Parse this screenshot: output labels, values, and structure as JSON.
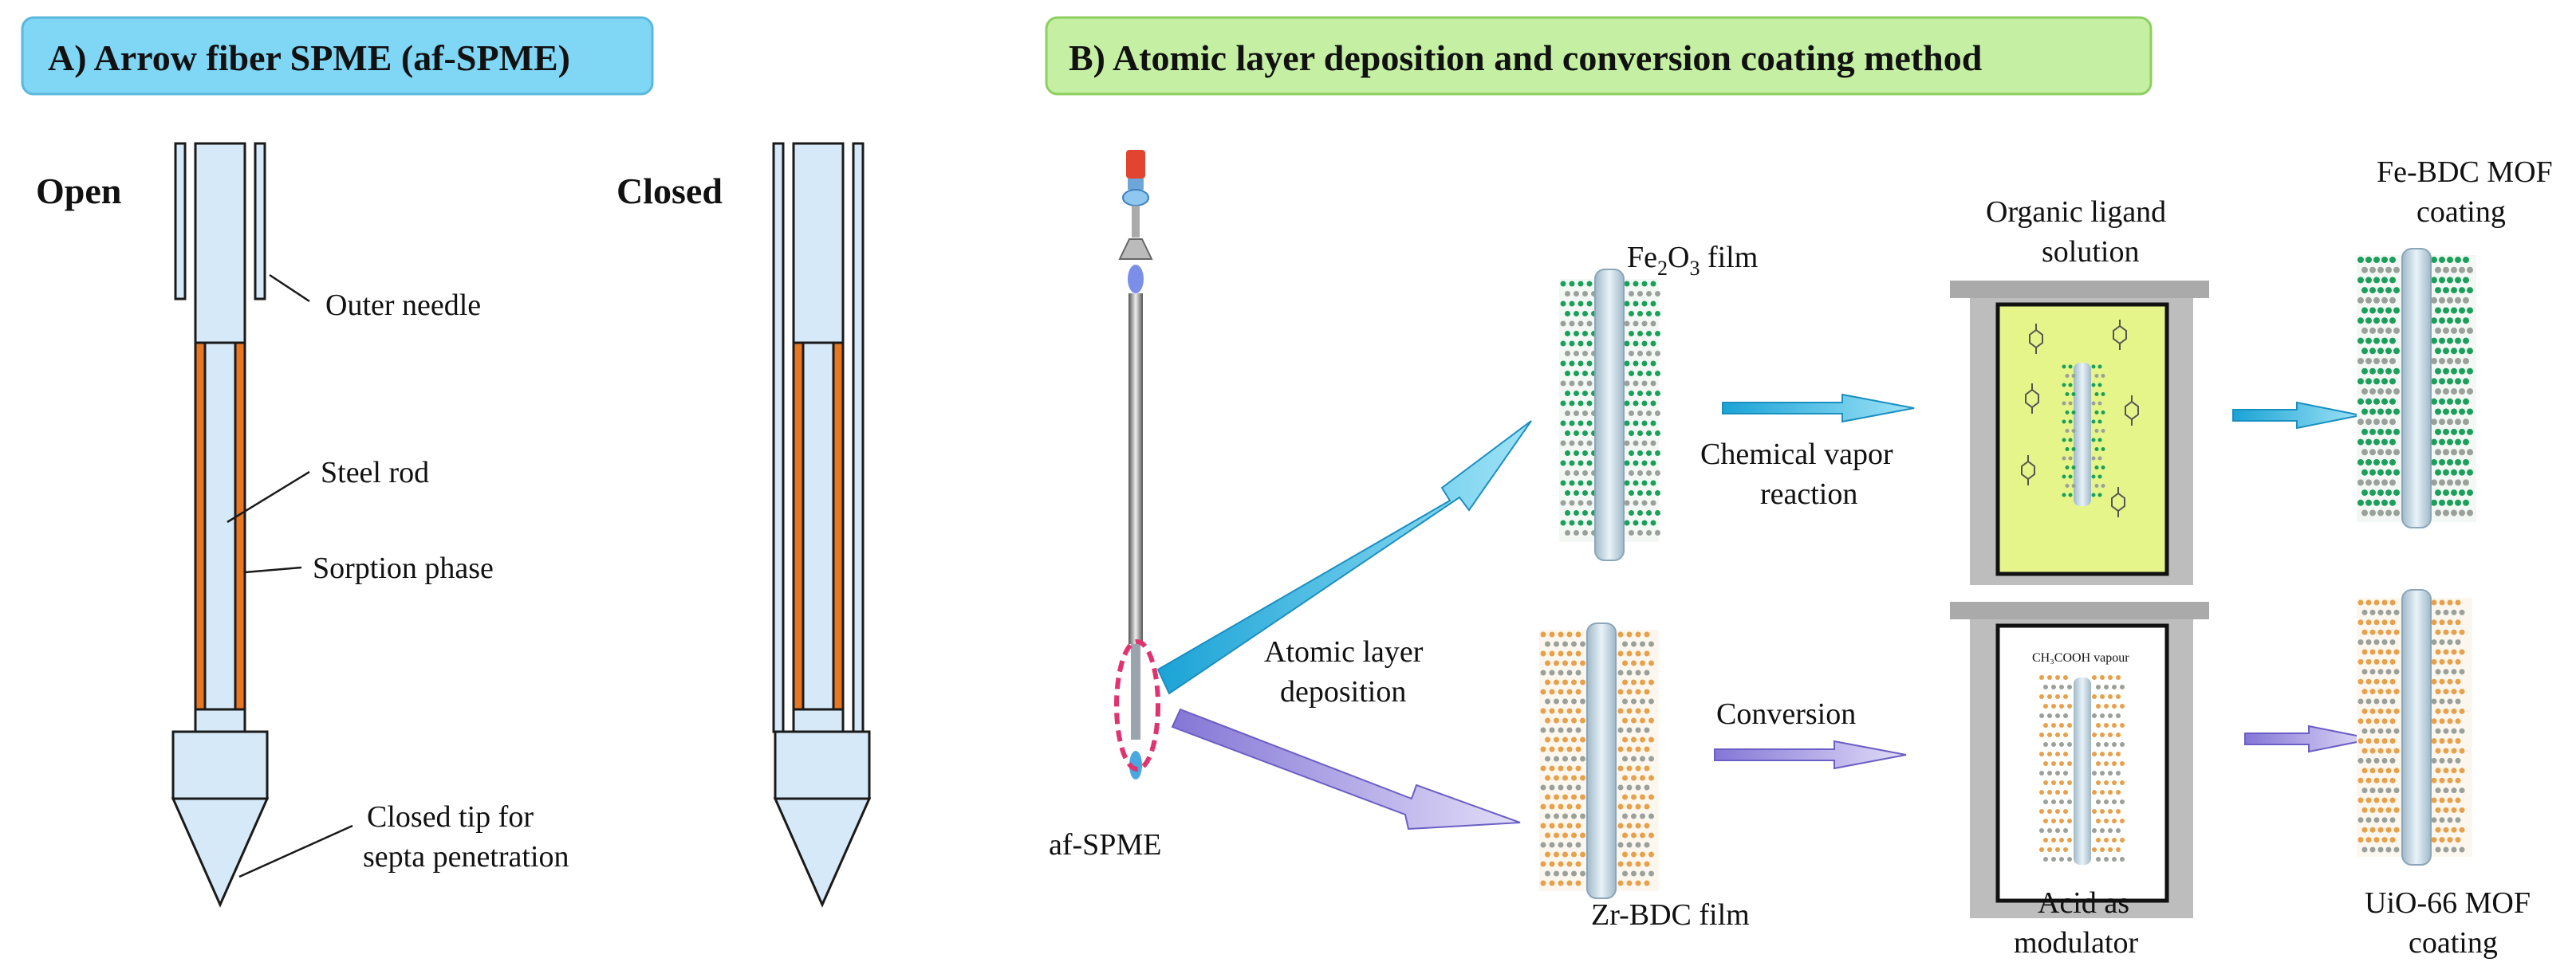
{
  "panelA": {
    "title": "A) Arrow fiber SPME (af-SPME)",
    "title_bg": "#7fd6f5",
    "open_label": "Open",
    "closed_label": "Closed",
    "callouts": {
      "outer_needle": "Outer needle",
      "steel_rod": "Steel rod",
      "sorption_phase": "Sorption phase",
      "tip_line1": "Closed tip for",
      "tip_line2": "septa penetration"
    },
    "colors": {
      "needle_fill": "#d6e9f8",
      "sorption": "#e87722",
      "outline": "#1a1a1a"
    }
  },
  "panelB": {
    "title": "B) Atomic layer deposition and conversion coating method",
    "title_bg": "#c5f0a4",
    "af_label": "af-SPME",
    "ald_line1": "Atomic layer",
    "ald_line2": "deposition",
    "fe2o3_prefix": "Fe",
    "fe2o3_sub1": "2",
    "fe2o3_mid": "O",
    "fe2o3_sub2": "3",
    "fe2o3_suffix": " film",
    "zr_film": "Zr-BDC film",
    "cvr_line1": "Chemical vapor",
    "cvr_line2": "reaction",
    "conversion": "Conversion",
    "ligand_line1": "Organic ligand",
    "ligand_line2": "solution",
    "acid_line1": "Acid as",
    "acid_line2": "modulator",
    "vapour_label": "CH₃COOH vapour",
    "fe_mof_line1": "Fe-BDC MOF",
    "fe_mof_line2": "coating",
    "uio_line1": "UiO-66 MOF",
    "uio_line2": "coating",
    "colors": {
      "blue_arrow": "#29b6e0",
      "purple_arrow": "#9b8fe0",
      "solution": "#e6f58a",
      "green_dot": "#1aa05a",
      "orange_dot": "#e8a04a"
    }
  }
}
